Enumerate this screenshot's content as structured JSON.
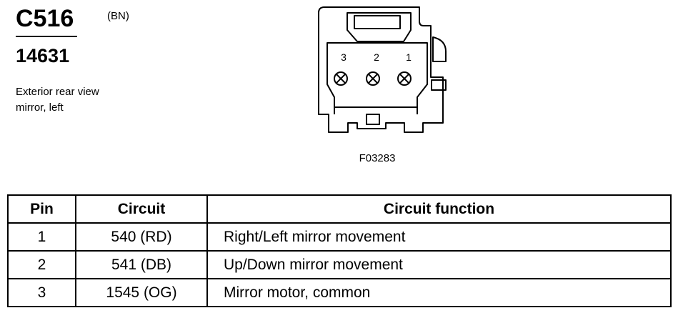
{
  "connector": {
    "id": "C516",
    "color_code": "(BN)",
    "part_number": "14631",
    "description_line1": "Exterior rear view",
    "description_line2": "mirror, left"
  },
  "figure": {
    "id": "F03283",
    "pin_labels": [
      "3",
      "2",
      "1"
    ]
  },
  "table": {
    "headers": [
      "Pin",
      "Circuit",
      "Circuit function"
    ],
    "rows": [
      {
        "pin": "1",
        "circuit": "540 (RD)",
        "function": "Right/Left mirror movement"
      },
      {
        "pin": "2",
        "circuit": "541 (DB)",
        "function": "Up/Down mirror movement"
      },
      {
        "pin": "3",
        "circuit": "1545 (OG)",
        "function": "Mirror motor, common"
      }
    ]
  }
}
